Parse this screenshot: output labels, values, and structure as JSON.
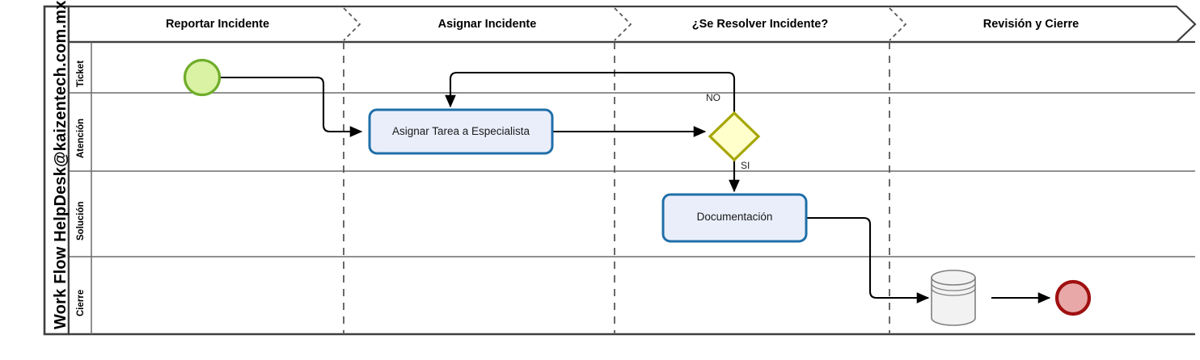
{
  "pool": {
    "title": "Work Flow HelpDesk@kaizentech.com.mx",
    "lanes": [
      {
        "label": "Ticket"
      },
      {
        "label": "Atención"
      },
      {
        "label": "Solución"
      },
      {
        "label": "Cierre"
      }
    ]
  },
  "phases": [
    {
      "label": "Reportar Incidente"
    },
    {
      "label": "Asignar Incidente"
    },
    {
      "label": "¿Se Resolver Incidente?"
    },
    {
      "label": "Revisión y Cierre"
    }
  ],
  "nodes": {
    "start_event": {
      "type": "start-event",
      "label": ""
    },
    "task_assign": {
      "type": "task",
      "label": "Asignar Tarea a Especialista"
    },
    "gateway_resolved": {
      "type": "exclusive-gateway",
      "label": ""
    },
    "task_doc": {
      "type": "task",
      "label": "Documentación"
    },
    "data_store": {
      "type": "data-store",
      "label": ""
    },
    "end_event": {
      "type": "end-event",
      "label": ""
    }
  },
  "edge_labels": {
    "no": "NO",
    "si": "SI"
  },
  "colors": {
    "start_fill": "#d9f2a3",
    "start_stroke": "#70ad2a",
    "task_fill": "#eaeefb",
    "task_stroke": "#1f6fa8",
    "gateway_fill": "#ffffcc",
    "gateway_stroke": "#a6a600",
    "datastore_fill": "#f2f2f2",
    "datastore_stroke": "#808080",
    "end_fill": "#e8a8a8",
    "end_stroke": "#a01010",
    "pool_border": "#3f3f3f",
    "lane_border": "#6b6b6b",
    "divider": "#595959",
    "flow": "#000000"
  }
}
